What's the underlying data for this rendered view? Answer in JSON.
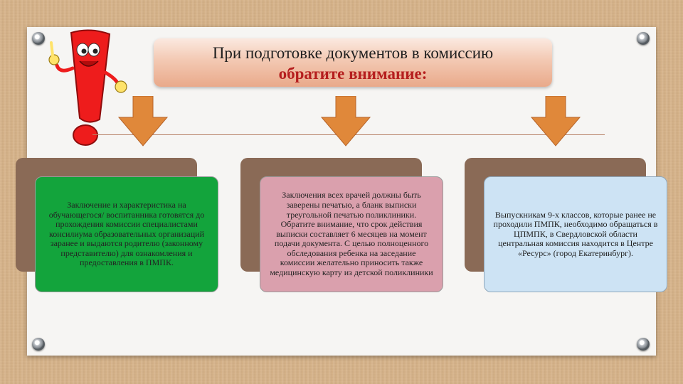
{
  "title": {
    "line1": "При подготовке документов в комиссию",
    "line2": "обратите внимание:"
  },
  "cards": [
    {
      "text": "Заключение и характеристика на обучающегося/ воспитанника готовятся до прохождения комиссии специалистами консилиума образовательных организаций заранее и выдаются родителю (законному представителю) для ознакомления и предоставления в ПМПК."
    },
    {
      "text": "Заключения всех врачей должны быть заверены печатью, а бланк выписки треугольной печатью поликлиники. Обратите внимание, что срок действия выписки составляет 6 месяцев на момент подачи документа. С целью полноценного обследования ребенка на заседание комиссии желательно приносить также медицинскую карту из детской поликлиники"
    },
    {
      "text": "Выпускникам 9-х классов, которые ранее не проходили ПМПК, необходимо обращаться в ЦПМПК, в Свердловской области центральная комиссия находится в Центре «Ресурс» (город Екатеринбург)."
    }
  ],
  "colors": {
    "title_accent": "#b51e1e",
    "card_green": "#13a43c",
    "card_pink": "#daa0ad",
    "card_blue": "#cde3f4",
    "arrow": "#e0883a",
    "mascot_red": "#ee1c1c"
  },
  "icons": {
    "mascot": "exclamation-mascot-icon",
    "pin": "pushpin-icon",
    "arrow": "arrow-down-icon"
  }
}
